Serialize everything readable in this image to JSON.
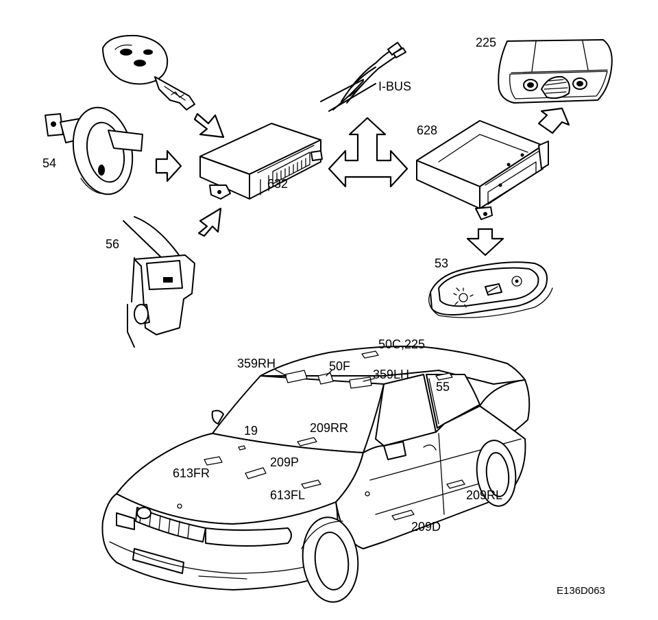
{
  "labels": {
    "ibus": "I-BUS",
    "c632": "632",
    "c628": "628",
    "c225_top": "225",
    "c54": "54",
    "c56": "56",
    "c53": "53",
    "c50c225": "50C,225",
    "c359rh": "359RH",
    "c50f": "50F",
    "c359lh": "359LH",
    "c55": "55",
    "c19": "19",
    "c209rr": "209RR",
    "c209p": "209P",
    "c613fr": "613FR",
    "c613fl": "613FL",
    "c209rl": "209RL",
    "c209d": "209D"
  },
  "reference": "E136D063"
}
